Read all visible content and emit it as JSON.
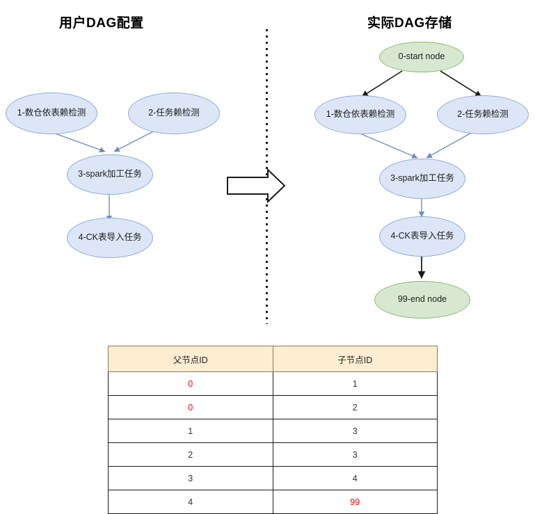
{
  "page": {
    "left_title": "用户DAG配置",
    "right_title": "实际DAG存储"
  },
  "colors": {
    "task_node_fill": "#dce6f7",
    "task_node_stroke": "#8eaadb",
    "system_node_fill": "#d8e8d0",
    "system_node_stroke": "#86b972",
    "task_edge": "#6e8fc4",
    "system_edge": "#1a1a1a",
    "table_header_fill": "#fdeed2",
    "highlight_text": "#ff0000"
  },
  "left_diagram": {
    "name": "user-dag-config",
    "nodes": [
      {
        "id": "1",
        "label": "1-数仓依表赖检测",
        "type": "task"
      },
      {
        "id": "2",
        "label": "2-任务赖检测",
        "type": "task"
      },
      {
        "id": "3",
        "label": "3-spark加工任务",
        "type": "task"
      },
      {
        "id": "4",
        "label": "4-CK表导入任务",
        "type": "task"
      }
    ],
    "edges": [
      {
        "from": "1",
        "to": "3"
      },
      {
        "from": "2",
        "to": "3"
      },
      {
        "from": "3",
        "to": "4"
      }
    ]
  },
  "right_diagram": {
    "name": "actual-dag-storage",
    "nodes": [
      {
        "id": "0",
        "label": "0-start node",
        "type": "system"
      },
      {
        "id": "1",
        "label": "1-数仓依表赖检测",
        "type": "task"
      },
      {
        "id": "2",
        "label": "2-任务赖检测",
        "type": "task"
      },
      {
        "id": "3",
        "label": "3-spark加工任务",
        "type": "task"
      },
      {
        "id": "4",
        "label": "4-CK表导入任务",
        "type": "task"
      },
      {
        "id": "99",
        "label": "99-end node",
        "type": "system"
      }
    ],
    "edges": [
      {
        "from": "0",
        "to": "1"
      },
      {
        "from": "0",
        "to": "2"
      },
      {
        "from": "1",
        "to": "3"
      },
      {
        "from": "2",
        "to": "3"
      },
      {
        "from": "3",
        "to": "4"
      },
      {
        "from": "4",
        "to": "99"
      }
    ]
  },
  "transform_arrow": {
    "name": "transform-arrow",
    "direction": "right"
  },
  "table": {
    "headers": [
      "父节点ID",
      "子节点ID"
    ],
    "rows": [
      {
        "parent": "0",
        "child": "1",
        "parent_highlight": true,
        "child_highlight": false
      },
      {
        "parent": "0",
        "child": "2",
        "parent_highlight": true,
        "child_highlight": false
      },
      {
        "parent": "1",
        "child": "3",
        "parent_highlight": false,
        "child_highlight": false
      },
      {
        "parent": "2",
        "child": "3",
        "parent_highlight": false,
        "child_highlight": false
      },
      {
        "parent": "3",
        "child": "4",
        "parent_highlight": false,
        "child_highlight": false
      },
      {
        "parent": "4",
        "child": "99",
        "parent_highlight": false,
        "child_highlight": true
      }
    ]
  }
}
